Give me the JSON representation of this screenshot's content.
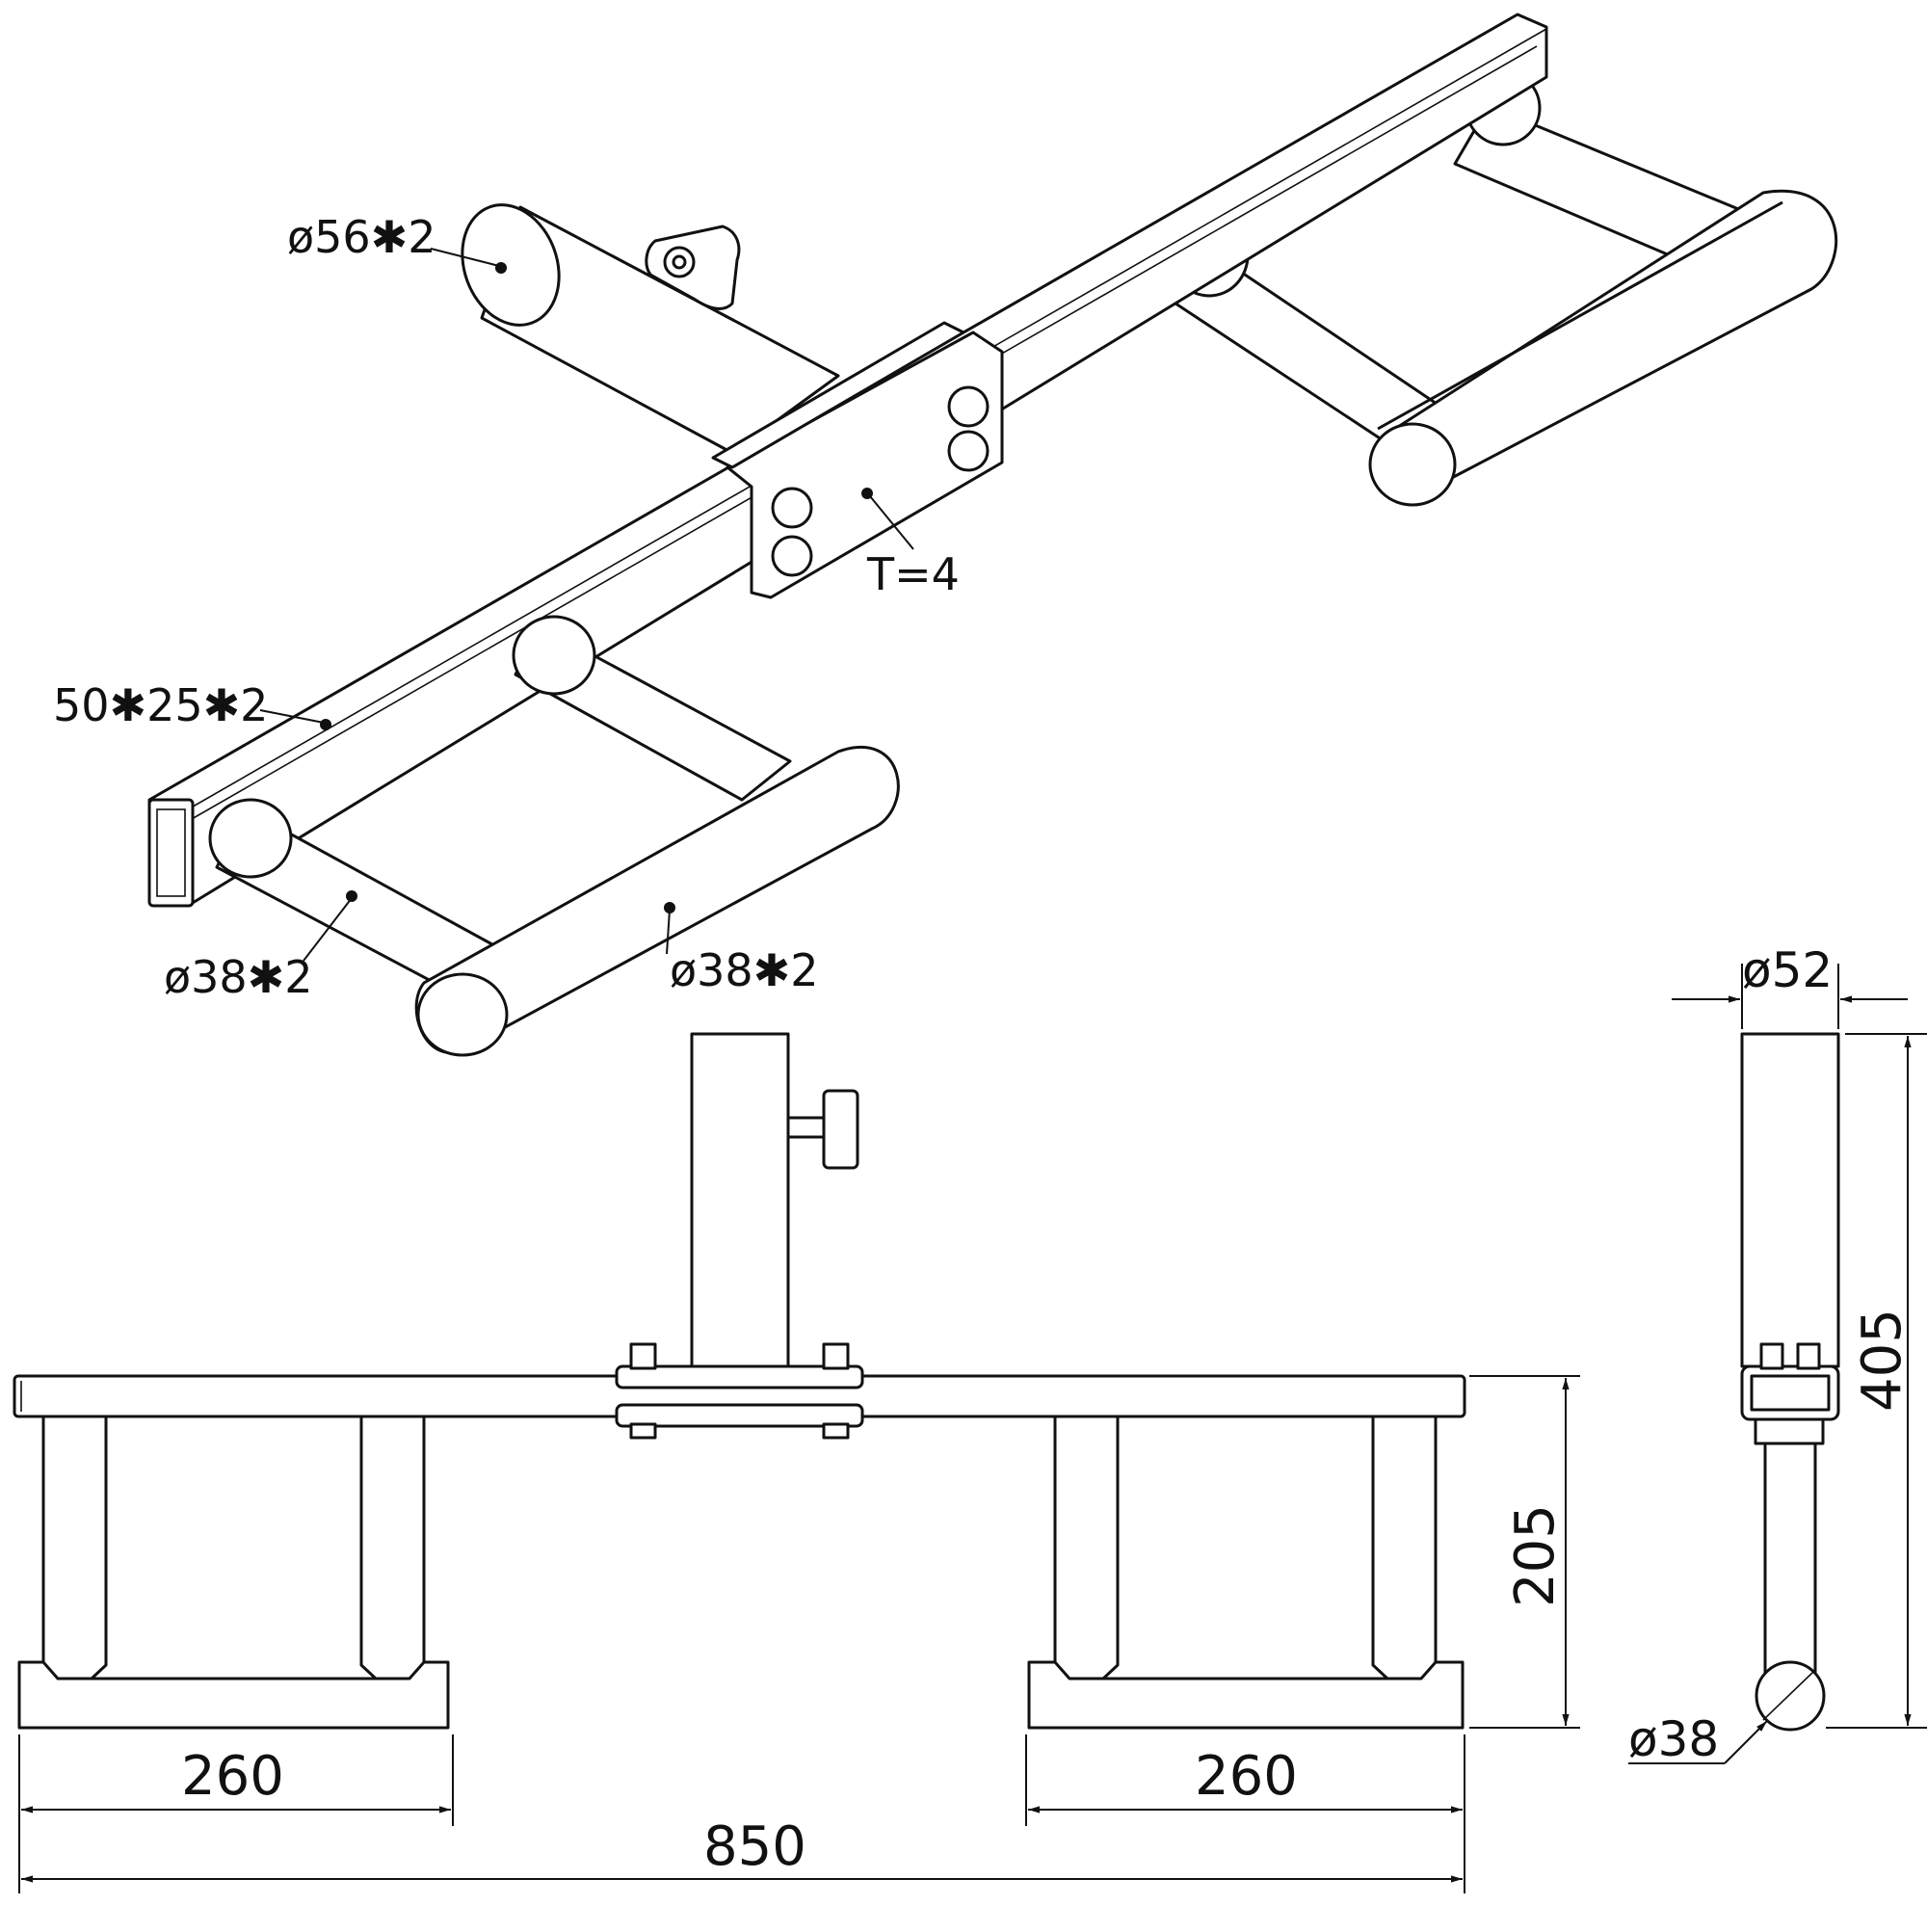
{
  "callouts": {
    "hub_tube": "ø56✱2",
    "plate": "T=4",
    "beam": "50✱25✱2",
    "handle_left": "ø38✱2",
    "handle_right": "ø38✱2"
  },
  "dimensions": {
    "side_diameter": "ø52",
    "side_height": "405",
    "front_height": "205",
    "left_foot": "260",
    "right_foot": "260",
    "overall_length": "850",
    "foot_diameter": "ø38"
  }
}
